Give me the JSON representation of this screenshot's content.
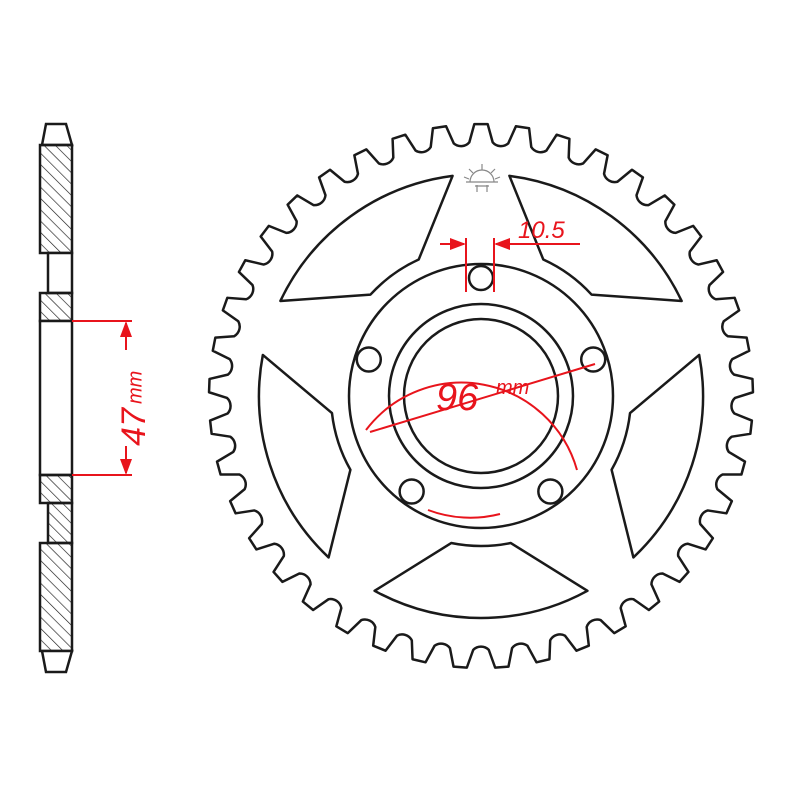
{
  "diagram": {
    "teeth": 41,
    "bolt_holes": 5,
    "labels": {
      "pcd_value": "96",
      "pcd_unit": "mm",
      "hub_value": "47",
      "hub_unit": "mm",
      "bolt_width": "10.5"
    },
    "colors": {
      "line": "#1a1a1a",
      "dimension": "#e8141c",
      "logo": "#888888"
    },
    "logo_icon": "sun-logo-icon"
  }
}
